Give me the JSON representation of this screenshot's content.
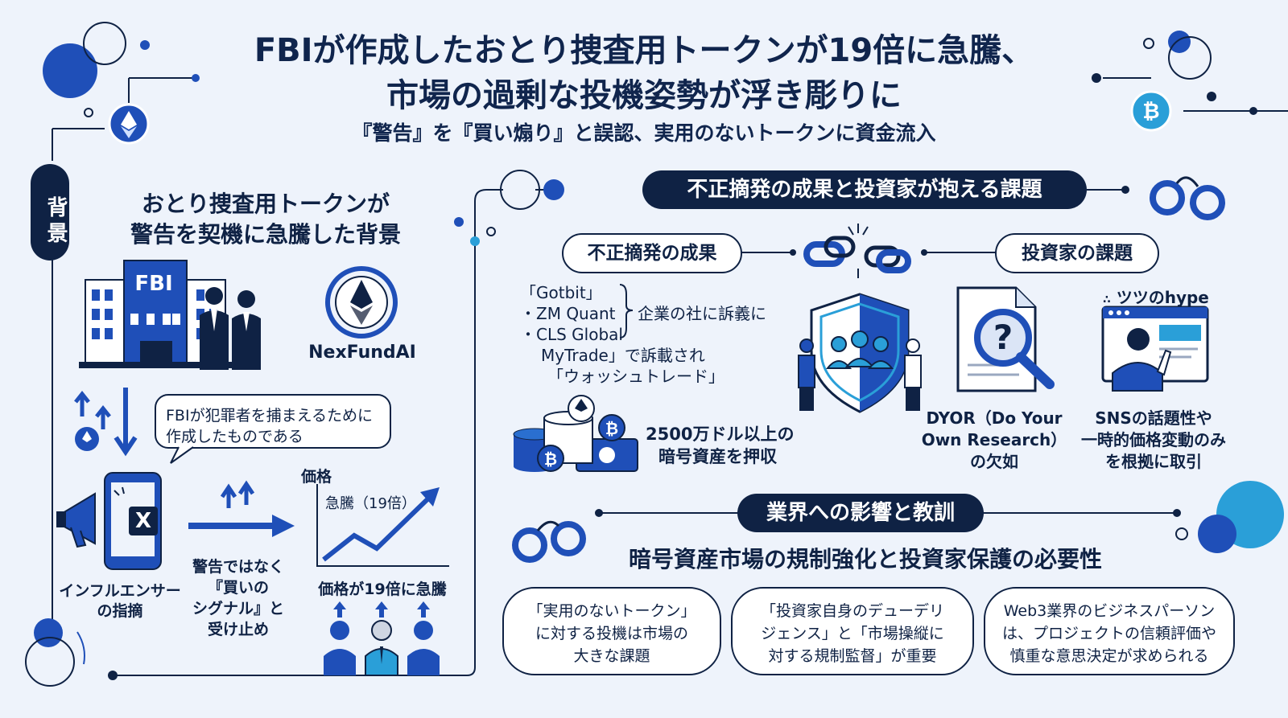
{
  "header": {
    "title_line1": "FBIが作成したおとり捜査用トークンが19倍に急騰、",
    "title_line2": "市場の過剰な投機姿勢が浮き彫りに",
    "subtitle": "『警告』を『買い煽り』と誤認、実用のないトークンに資金流入"
  },
  "background": {
    "tag": "背景",
    "heading_line1": "おとり捜査用トークンが",
    "heading_line2": "警告を契機に急騰した背景",
    "fbi_label": "FBI",
    "nexfund_label": "NexFundAI",
    "speech_line1": "FBIが犯罪者を捕まえるために",
    "speech_line2": "作成したものである",
    "x_label": "X",
    "influencer_line1": "インフルエンサー",
    "influencer_line2": "の指摘",
    "signal_line1": "警告ではなく",
    "signal_line2": "『買いの",
    "signal_line3": "シグナル』と",
    "signal_line4": "受け止め",
    "chart_axis_label": "価格",
    "chart_annotation": "急騰（19倍）",
    "chart_caption": "価格が19倍に急騰"
  },
  "enforcement": {
    "section_title": "不正摘発の成果と投資家が抱える課題",
    "results_label": "不正摘発の成果",
    "issues_label": "投資家の課題",
    "company1": "「Gotbit」",
    "company2": "・ZM Quant",
    "company3": "・CLS Global",
    "sued_text": "企業の社に訴義に",
    "mytrade_line1": "MyTrade」で訴載され",
    "mytrade_line2": "「ウォッシュトレード」",
    "seized_line1": "2500万ドル以上の",
    "seized_line2": "暗号資産を押収",
    "dyor_line1": "DYOR（Do Your",
    "dyor_line2": "Own Research）",
    "dyor_line3": "の欠如",
    "hype_label": "ツツのhype",
    "sns_line1": "SNSの話題性や",
    "sns_line2": "一時的価格変動のみ",
    "sns_line3": "を根拠に取引"
  },
  "impact": {
    "section_title": "業界への影響と教訓",
    "headline": "暗号資産市場の規制強化と投資家保護の必要性",
    "box1_line1": "「実用のないトークン」",
    "box1_line2": "に対する投機は市場の",
    "box1_line3": "大きな課題",
    "box2_line1": "「投資家自身のデューデリ",
    "box2_line2": "ジェンス」と「市場操縦に",
    "box2_line3": "対する規制監督」が重要",
    "box3_line1": "Web3業界のビジネスパーソン",
    "box3_line2": "は、プロジェクトの信頼評価や",
    "box3_line3": "慎重な意思決定が求められる"
  },
  "icons": [
    "ethereum-icon",
    "bitcoin-icon",
    "fbi-building-icon",
    "agent-icon",
    "megaphone-icon",
    "smartphone-icon",
    "x-logo-icon",
    "arrow-right-icon",
    "broken-chain-icon",
    "handcuffs-icon",
    "shield-people-icon",
    "magnifier-document-icon",
    "browser-person-icon",
    "coins-stack-icon"
  ],
  "colors": {
    "navy": "#0f2244",
    "blue": "#1f4fb8",
    "sky": "#2a9fd8",
    "bg": "#eef3fb"
  }
}
